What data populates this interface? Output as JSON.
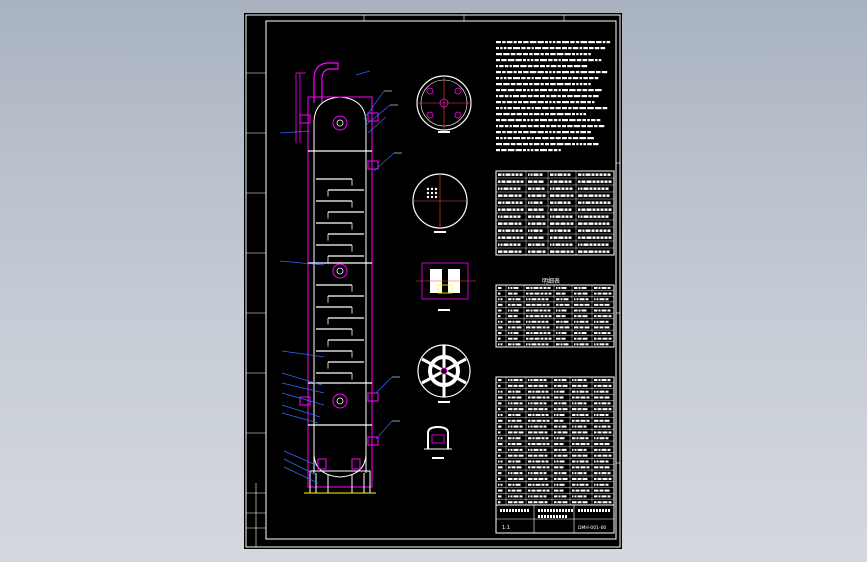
{
  "colors": {
    "background_top": "#a9b3c0",
    "background_bottom": "#d4d8de",
    "sheet": "#000000",
    "frame": "#ffffff",
    "vessel_outline": "#ff00ff",
    "shell_lines": "#ffffff",
    "leader_lines": "#2a6bff",
    "dimension_lines": "#ff4040",
    "yellow_details": "#ffff00"
  },
  "drawing": {
    "title_block": {
      "sheet_number": "1:1",
      "drawing_code": "DMH-001-00"
    },
    "tables": {
      "parts_list_heading": "明细表"
    }
  }
}
